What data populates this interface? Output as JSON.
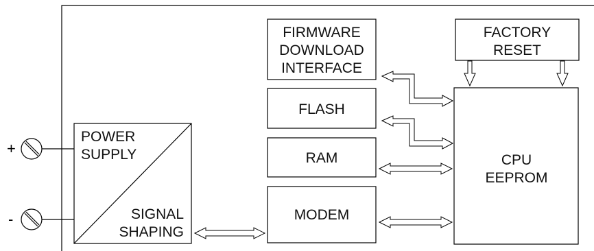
{
  "blocks": {
    "firmware": [
      "FIRMWARE",
      "DOWNLOAD",
      "INTERFACE"
    ],
    "factory_reset": [
      "FACTORY",
      "RESET"
    ],
    "flash": "FLASH",
    "ram": "RAM",
    "modem": "MODEM",
    "cpu": [
      "CPU",
      "EEPROM"
    ],
    "power_supply": [
      "POWER",
      "SUPPLY"
    ],
    "signal_shaping": [
      "SIGNAL",
      "SHAPING"
    ]
  },
  "terminals": {
    "plus": "+",
    "minus": "-"
  }
}
